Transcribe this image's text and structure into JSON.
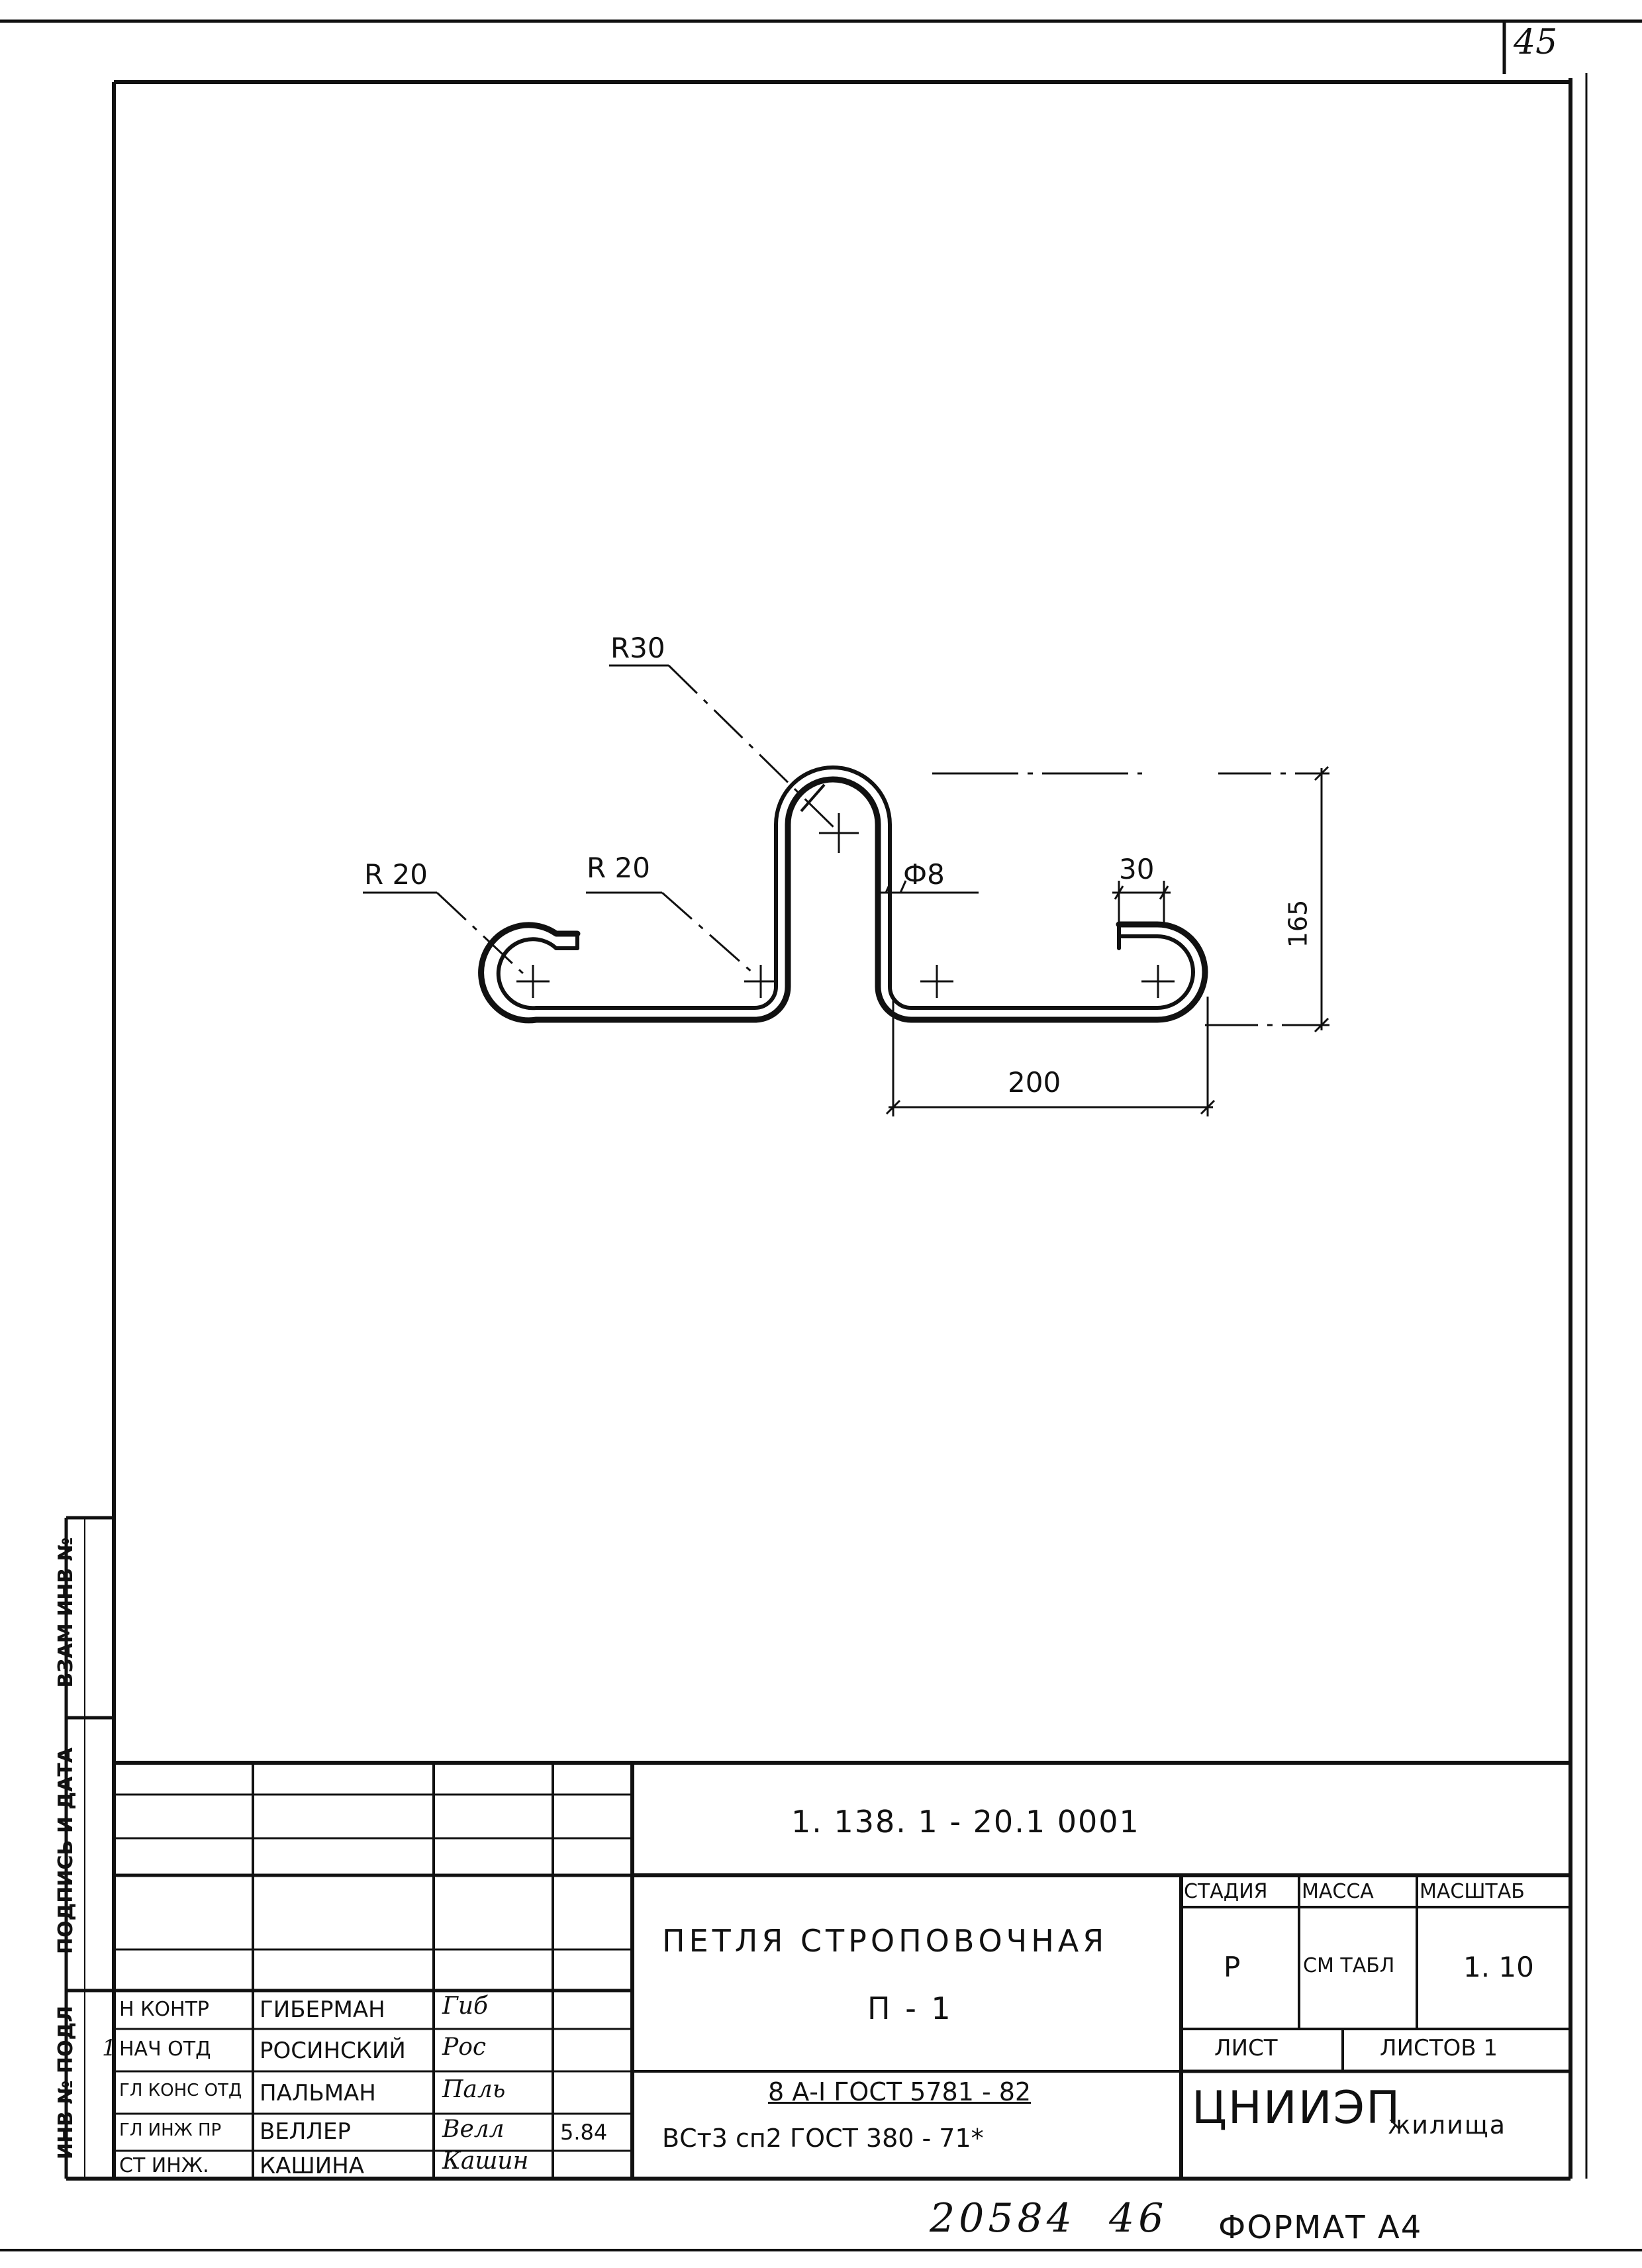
{
  "sheet_corner_number": "45",
  "side_stamp": {
    "vzam_inv": "ВЗАМ ИНВ №",
    "podpis_data": "ПОДПИСЬ И ДАТА",
    "inv_podl": "ИНВ № ПОДЛ"
  },
  "drawing": {
    "r30": "R30",
    "r20_left": "R 20",
    "r20_mid": "R 20",
    "phi8": "Ф8",
    "dim_30": "30",
    "dim_165": "165",
    "dim_200": "200"
  },
  "title_block": {
    "designation": "1. 138. 1 - 20.1 0001",
    "title_line1": "ПЕТЛЯ  СТРОПОВОЧНАЯ",
    "title_line2": "П - 1",
    "stadia_label": "СТАДИЯ",
    "massa_label": "МАССА",
    "masshtab_label": "МАСШТАБ",
    "stadia_value": "Р",
    "massa_value": "СМ ТАБЛ",
    "masshtab_value": "1. 10",
    "list_label": "ЛИСТ",
    "listov_label": "ЛИСТОВ 1",
    "material_line1": "8 А-I  ГОСТ  5781 - 82",
    "material_line2": "ВСт3 сп2  ГОСТ  380 - 71*",
    "org_main": "ЦНИИЭП",
    "org_sub": "жилища",
    "row_margin_mark": "1",
    "date_mark": "5.84",
    "signers": [
      {
        "role": "Н КОНТР",
        "name": "ГИБЕРМАН",
        "signature": "Гиб"
      },
      {
        "role": "НАЧ ОТД",
        "name": "РОСИНСКИЙ",
        "signature": "Рос"
      },
      {
        "role": "ГЛ КОНС ОТД",
        "name": "ПАЛЬМАН",
        "signature": "Паль"
      },
      {
        "role": "ГЛ ИНЖ ПР",
        "name": "ВЕЛЛЕР",
        "signature": "Велл"
      },
      {
        "role": "СТ ИНЖ.",
        "name": "КАШИНА",
        "signature": "Кашин"
      }
    ]
  },
  "bottom_handwritten": "20584  46",
  "format_label": "ФОРМАТ А4"
}
